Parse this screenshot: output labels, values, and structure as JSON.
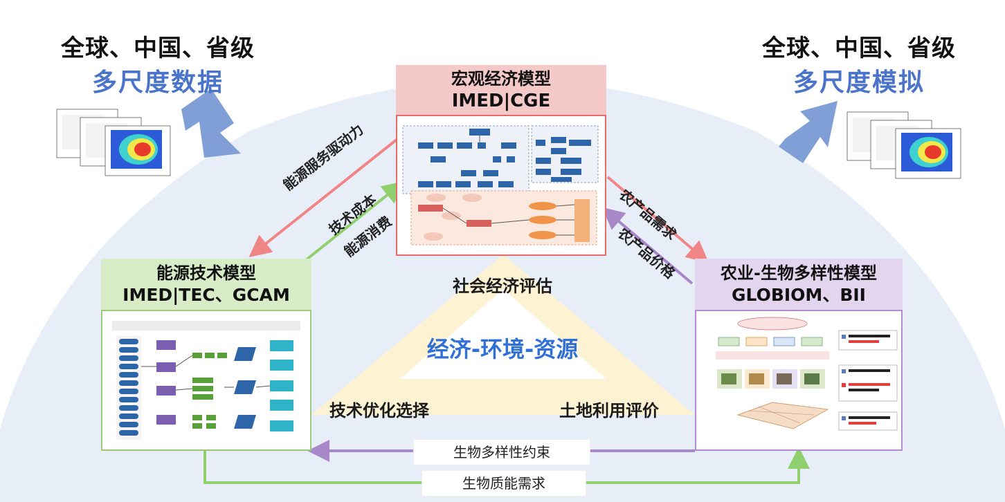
{
  "left_heading": {
    "line1": "全球、中国、省级",
    "line2": "多尺度数据"
  },
  "right_heading": {
    "line1": "全球、中国、省级",
    "line2": "多尺度模拟"
  },
  "macro_model": {
    "title1": "宏观经济模型",
    "title2": "IMED|CGE"
  },
  "energy_model": {
    "title1": "能源技术模型",
    "title2": "IMED|TEC、GCAM"
  },
  "agri_model": {
    "title1": "农业-生物多样性模型",
    "title2": "GLOBIOM、BII"
  },
  "links": {
    "energy_driver": "能源服务驱动力",
    "tech_cost": "技术成本",
    "energy_consumption": "能源消费",
    "agri_demand": "农产品需求",
    "agri_price": "农产品价格",
    "biodiversity_constraint": "生物多样性约束",
    "biomass_demand": "生物质能需求"
  },
  "center": {
    "top": "社会经济评估",
    "core": "经济-环境-资源",
    "left": "技术优化选择",
    "right": "土地利用评价"
  },
  "colors": {
    "macro_border": "#e96a6a",
    "macro_header": "#f6c9c9",
    "energy_border": "#9ccc7a",
    "energy_header": "#d9ecc8",
    "agri_border": "#b28bd0",
    "agri_header": "#e3d5ee",
    "dome": "#e8eef8",
    "triangle": "#fdf2d2",
    "arrow_blue": "#7f9fd6",
    "arrow_red": "#f08585",
    "arrow_green": "#8fcf6e",
    "arrow_purple": "#a888c9"
  }
}
